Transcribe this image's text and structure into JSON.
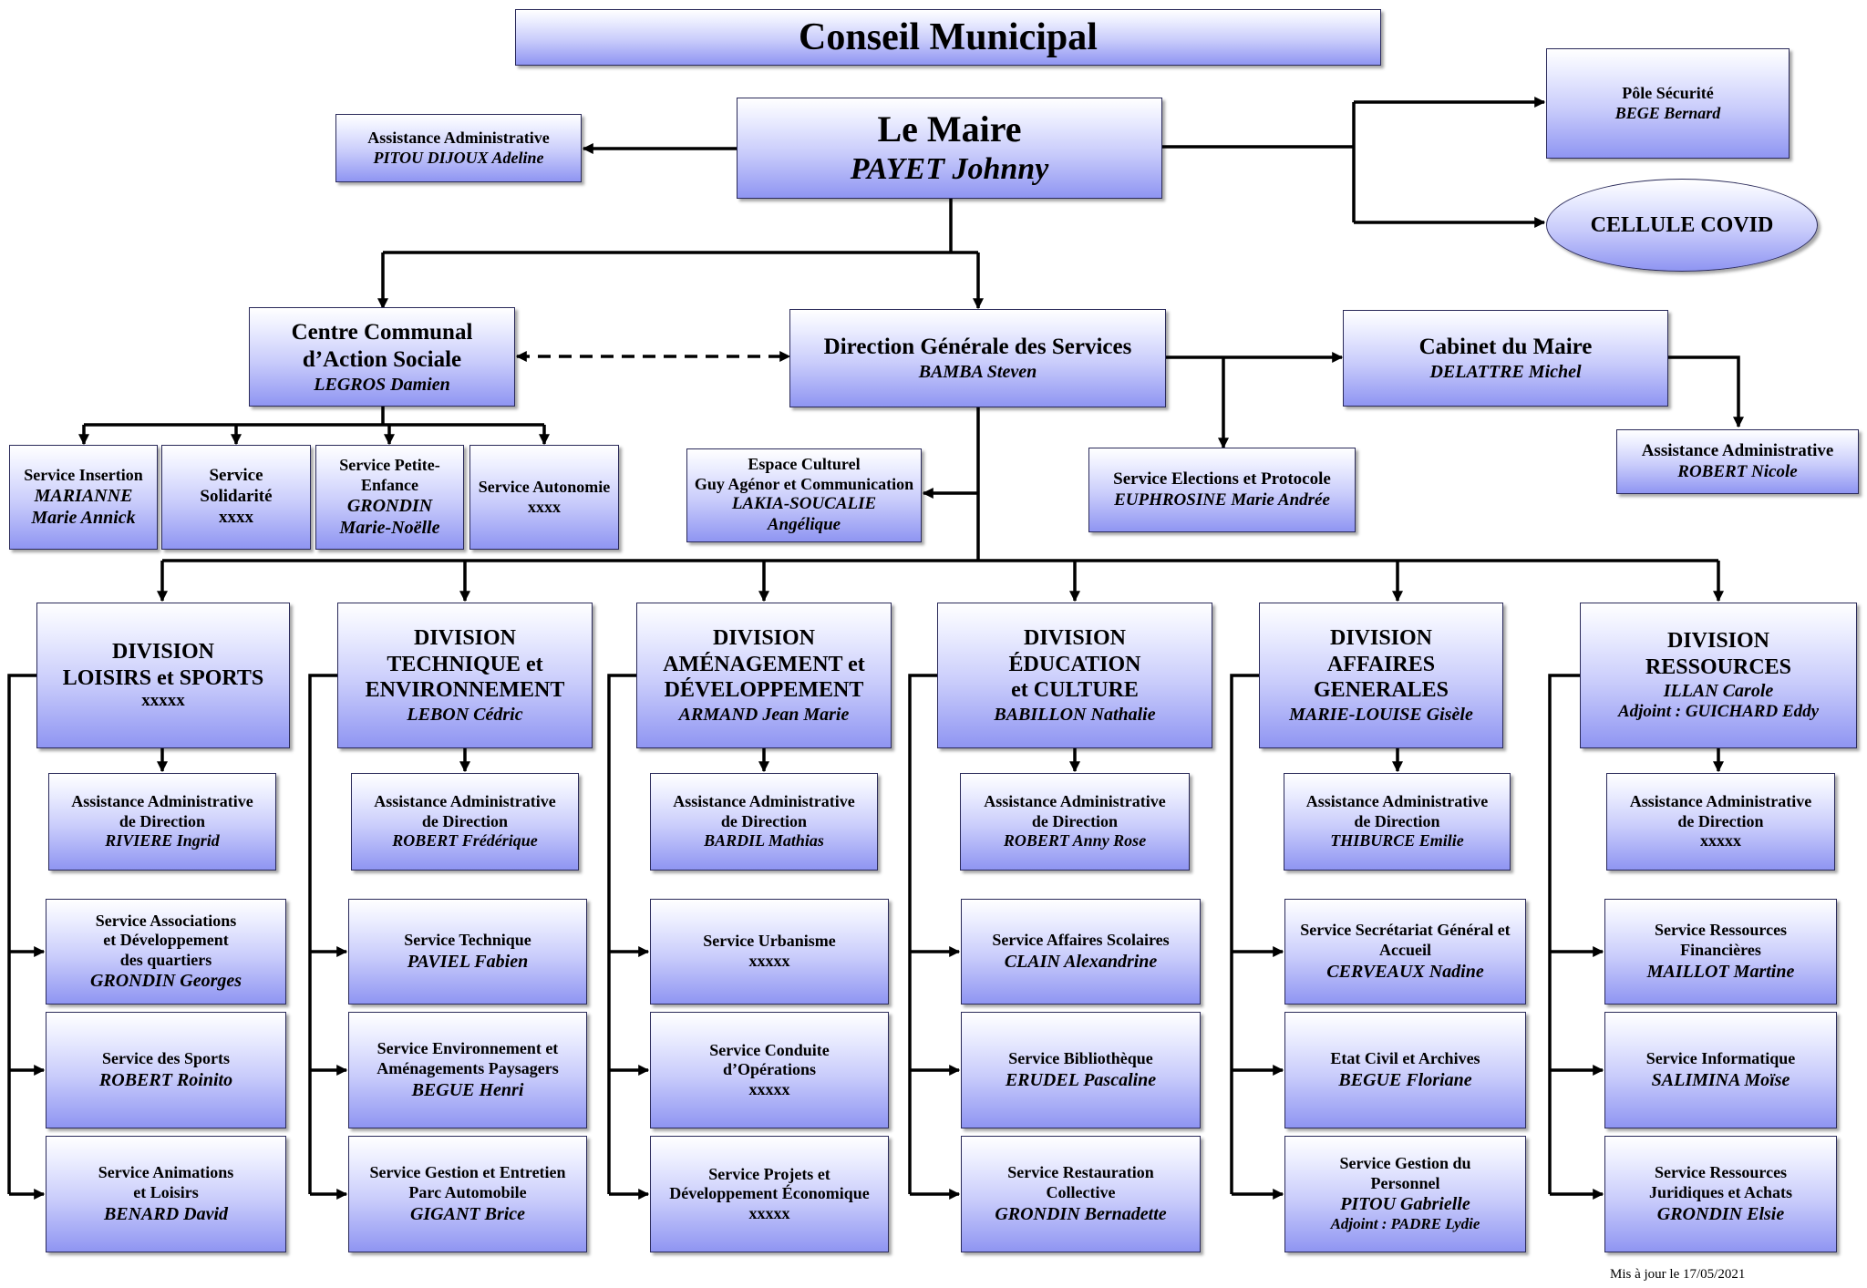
{
  "council": {
    "title": "Conseil Municipal"
  },
  "mayor": {
    "title": "Le Maire",
    "name": "PAYET Johnny"
  },
  "mayor_assistant": {
    "title": "Assistance Administrative",
    "name": "PITOU DIJOUX Adeline"
  },
  "security": {
    "title": "Pôle Sécurité",
    "name": "BEGE Bernard"
  },
  "covid": {
    "title": "CELLULE COVID"
  },
  "ccas": {
    "title1": "Centre Communal",
    "title2": "d’Action Sociale",
    "name": "LEGROS Damien"
  },
  "dgs": {
    "title": "Direction Générale des Services",
    "name": "BAMBA Steven"
  },
  "cabinet": {
    "title": "Cabinet du Maire",
    "name": "DELATTRE Michel"
  },
  "cabinet_assistant": {
    "title": "Assistance Administrative",
    "name": "ROBERT Nicole"
  },
  "elections": {
    "title": "Service Elections et Protocole",
    "name": "EUPHROSINE Marie Andrée"
  },
  "espace": {
    "line1": "Espace Culturel",
    "line2": "Guy Agénor et Communication",
    "name1": "LAKIA-SOUCALIE",
    "name2": "Angélique"
  },
  "ccas_services": [
    {
      "lines": [
        "Service Insertion"
      ],
      "names": [
        "MARIANNE",
        "Marie Annick"
      ]
    },
    {
      "lines": [
        "Service",
        "Solidarité",
        "xxxx"
      ],
      "names": []
    },
    {
      "lines": [
        "Service Petite-",
        "Enfance"
      ],
      "names": [
        "GRONDIN",
        "Marie-Noëlle"
      ]
    },
    {
      "lines": [
        "Service Autonomie",
        "xxxx"
      ],
      "names": []
    }
  ],
  "divisions": [
    {
      "title": [
        "DIVISION",
        "LOISIRS et SPORTS"
      ],
      "name": "",
      "sub": "xxxxx",
      "assistant": {
        "l1": "Assistance Administrative",
        "l2": "de Direction",
        "name": "RIVIERE Ingrid"
      },
      "services": [
        {
          "lines": [
            "Service Associations",
            "et Développement",
            "des quartiers"
          ],
          "names": [
            "GRONDIN Georges"
          ]
        },
        {
          "lines": [
            "Service des Sports"
          ],
          "names": [
            "ROBERT Roinito"
          ]
        },
        {
          "lines": [
            "Service Animations",
            "et Loisirs"
          ],
          "names": [
            "BENARD David"
          ]
        }
      ]
    },
    {
      "title": [
        "DIVISION",
        "TECHNIQUE et",
        "ENVIRONNEMENT"
      ],
      "name": "LEBON Cédric",
      "sub": "",
      "assistant": {
        "l1": "Assistance Administrative",
        "l2": "de Direction",
        "name": "ROBERT Frédérique"
      },
      "services": [
        {
          "lines": [
            "Service Technique"
          ],
          "names": [
            "PAVIEL Fabien"
          ]
        },
        {
          "lines": [
            "Service Environnement et",
            "Aménagements Paysagers"
          ],
          "names": [
            "BEGUE Henri"
          ]
        },
        {
          "lines": [
            "Service Gestion et Entretien",
            "Parc Automobile"
          ],
          "names": [
            "GIGANT Brice"
          ]
        }
      ]
    },
    {
      "title": [
        "DIVISION",
        "AMÉNAGEMENT et",
        "DÉVELOPPEMENT"
      ],
      "name": "ARMAND Jean Marie",
      "sub": "",
      "assistant": {
        "l1": "Assistance Administrative",
        "l2": "de Direction",
        "name": "BARDIL Mathias"
      },
      "services": [
        {
          "lines": [
            "Service Urbanisme",
            "xxxxx"
          ],
          "names": []
        },
        {
          "lines": [
            "Service Conduite",
            "d’Opérations",
            "xxxxx"
          ],
          "names": []
        },
        {
          "lines": [
            "Service Projets et",
            "Développement Économique",
            "xxxxx"
          ],
          "names": []
        }
      ]
    },
    {
      "title": [
        "DIVISION",
        "ÉDUCATION",
        "et CULTURE"
      ],
      "name": "BABILLON Nathalie",
      "sub": "",
      "assistant": {
        "l1": "Assistance Administrative",
        "l2": "de Direction",
        "name": "ROBERT Anny Rose"
      },
      "services": [
        {
          "lines": [
            "Service Affaires Scolaires"
          ],
          "names": [
            "CLAIN Alexandrine"
          ]
        },
        {
          "lines": [
            "Service Bibliothèque"
          ],
          "names": [
            "ERUDEL Pascaline"
          ]
        },
        {
          "lines": [
            "Service Restauration",
            "Collective"
          ],
          "names": [
            "GRONDIN Bernadette"
          ]
        }
      ]
    },
    {
      "title": [
        "DIVISION",
        "AFFAIRES GENERALES"
      ],
      "name": "MARIE-LOUISE Gisèle",
      "sub": "",
      "assistant": {
        "l1": "Assistance Administrative",
        "l2": "de Direction",
        "name": "THIBURCE Emilie"
      },
      "services": [
        {
          "lines": [
            "Service Secrétariat Général et",
            "Accueil"
          ],
          "names": [
            "CERVEAUX Nadine"
          ]
        },
        {
          "lines": [
            "Etat Civil et Archives"
          ],
          "names": [
            "BEGUE Floriane"
          ]
        },
        {
          "lines": [
            "Service Gestion du",
            "Personnel"
          ],
          "names": [
            "PITOU Gabrielle",
            "Adjoint : PADRE Lydie"
          ]
        }
      ]
    },
    {
      "title": [
        "DIVISION",
        "RESSOURCES"
      ],
      "name": "ILLAN Carole",
      "sub": "Adjoint : GUICHARD Eddy",
      "assistant": {
        "l1": "Assistance Administrative",
        "l2": "de Direction",
        "name": "xxxxx"
      },
      "services": [
        {
          "lines": [
            "Service Ressources",
            "Financières"
          ],
          "names": [
            "MAILLOT Martine"
          ]
        },
        {
          "lines": [
            "Service Informatique"
          ],
          "names": [
            "SALIMINA Moïse"
          ]
        },
        {
          "lines": [
            "Service Ressources",
            "Juridiques et Achats"
          ],
          "names": [
            "GRONDIN Elsie"
          ]
        }
      ]
    }
  ],
  "footer": {
    "updated": "Mis à jour le 17/05/2021"
  }
}
